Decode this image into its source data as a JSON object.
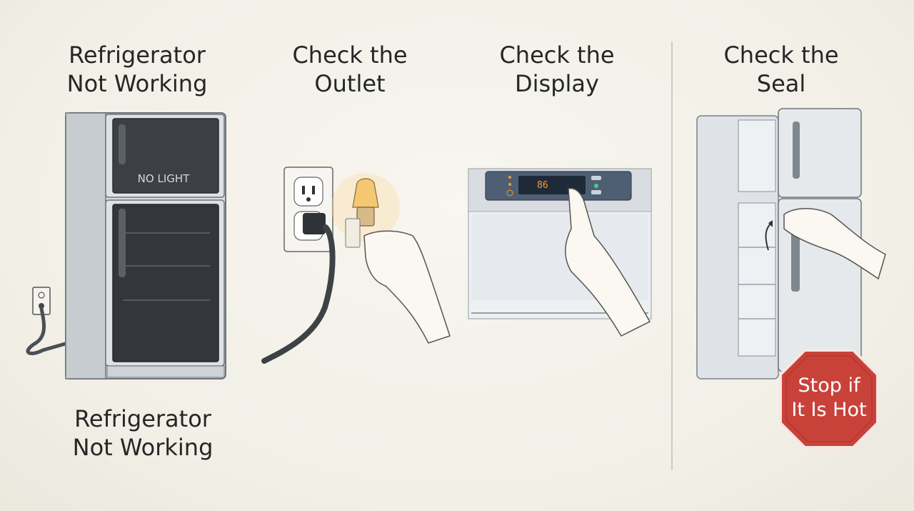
{
  "panels": [
    {
      "title_line1": "Refrigerator",
      "title_line2": "Not Working"
    },
    {
      "title_line1": "Check the",
      "title_line2": "Outlet"
    },
    {
      "title_line1": "Check the",
      "title_line2": "Display"
    },
    {
      "title_line1": "Check the",
      "title_line2": "Seal"
    }
  ],
  "bottom_caption": {
    "line1": "Refrigerator",
    "line2": "Not Working"
  },
  "fridge_label": "NO LIGHT",
  "display_reading": "86",
  "stop_sign": {
    "line1": "Stop if",
    "line2": "It Is Hot",
    "color": "#c9423a"
  }
}
